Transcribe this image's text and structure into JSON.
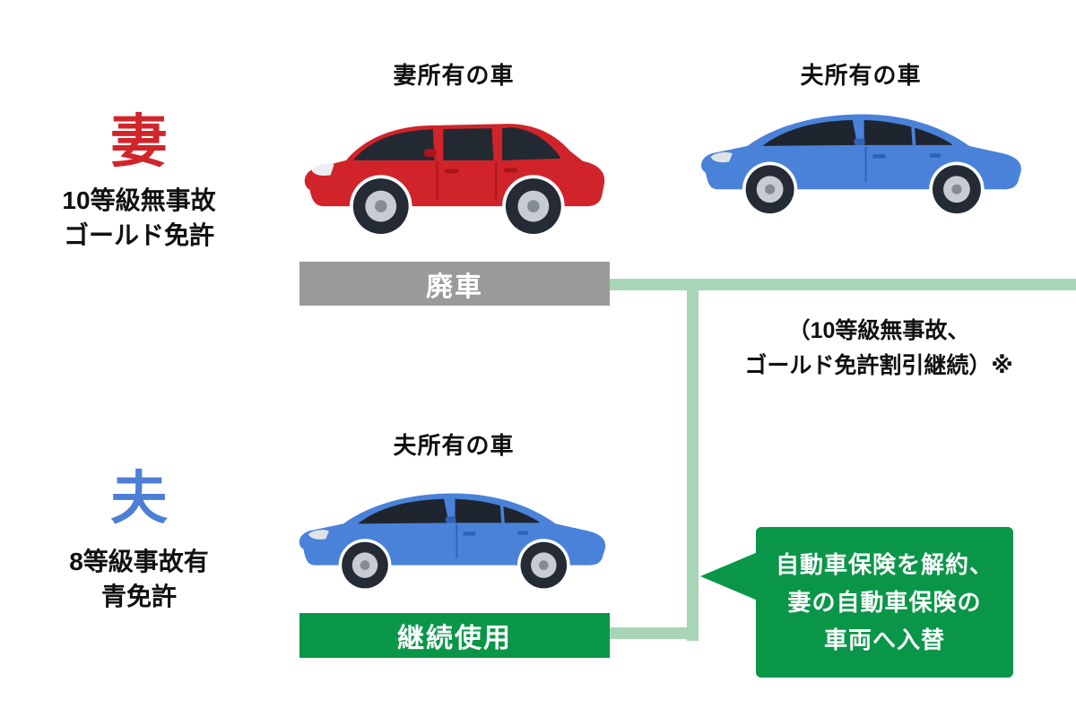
{
  "wife": {
    "name": "妻",
    "grade_line1": "10等級無事故",
    "grade_line2": "ゴールド免許"
  },
  "husband": {
    "name": "夫",
    "grade_line1": "8等級事故有",
    "grade_line2": "青免許"
  },
  "labels": {
    "wife_car": "妻所有の車",
    "husband_car_top": "夫所有の車",
    "husband_car_bottom": "夫所有の車"
  },
  "actions": {
    "scrap": "廃車",
    "keep": "継続使用"
  },
  "note": {
    "line1": "（10等級無事故、",
    "line2": "ゴールド免許割引継続）※"
  },
  "bubble": {
    "line1": "自動車保険を解約、",
    "line2": "妻の自動車保険の",
    "line3": "車両へ入替"
  },
  "colors": {
    "red_car": "#d0242a",
    "blue_car": "#4a82d9",
    "scrap_bar_bg": "#9a9a9a",
    "green_bg": "#0a9648",
    "connector": "#a8d5b5",
    "wife_text": "#d2252b",
    "husband_text": "#4d7fd6"
  }
}
